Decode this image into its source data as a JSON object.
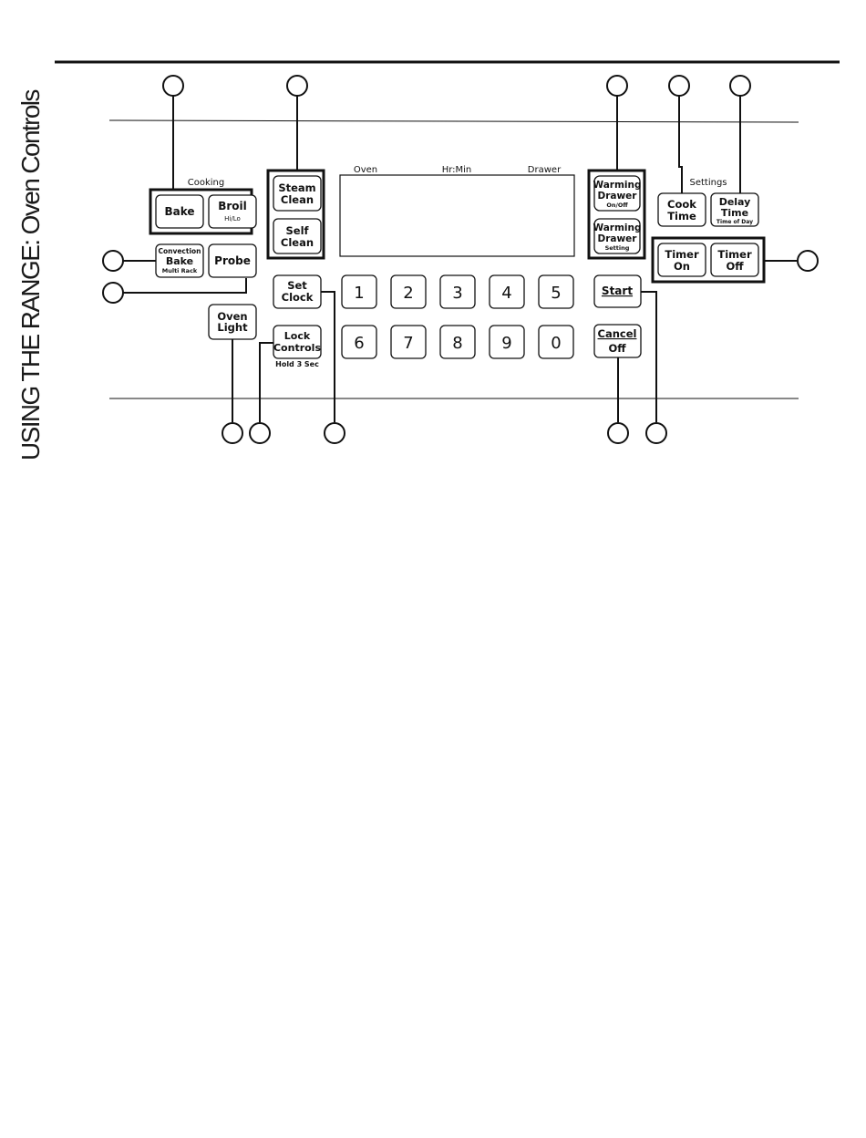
{
  "page": {
    "section_title": "USING THE RANGE: Oven Controls"
  },
  "labels": {
    "cooking": "Cooking",
    "settings": "Settings",
    "oven": "Oven",
    "hrmin": "Hr:Min",
    "drawer": "Drawer",
    "hold": "Hold 3 Sec"
  },
  "buttons": {
    "bake": "Bake",
    "broil": "Broil",
    "broil_sub": "Hi/Lo",
    "steam_1": "Steam",
    "steam_2": "Clean",
    "self_1": "Self",
    "self_2": "Clean",
    "conv_top": "Convection",
    "conv_main": "Bake",
    "conv_sub": "Multi Rack",
    "probe": "Probe",
    "oven_light_1": "Oven",
    "oven_light_2": "Light",
    "set_clock_1": "Set",
    "set_clock_2": "Clock",
    "lock_1": "Lock",
    "lock_2": "Controls",
    "warm1_1": "Warming",
    "warm1_2": "Drawer",
    "warm1_sub": "On/Off",
    "warm2_1": "Warming",
    "warm2_2": "Drawer",
    "warm2_sub": "Setting",
    "cook_time_1": "Cook",
    "cook_time_2": "Time",
    "delay_1": "Delay",
    "delay_2": "Time",
    "delay_sub": "Time of Day",
    "timer_on_1": "Timer",
    "timer_on_2": "On",
    "timer_off_1": "Timer",
    "timer_off_2": "Off",
    "start": "Start",
    "cancel": "Cancel",
    "off": "Off"
  },
  "keypad": [
    "1",
    "2",
    "3",
    "4",
    "5",
    "6",
    "7",
    "8",
    "9",
    "0"
  ]
}
